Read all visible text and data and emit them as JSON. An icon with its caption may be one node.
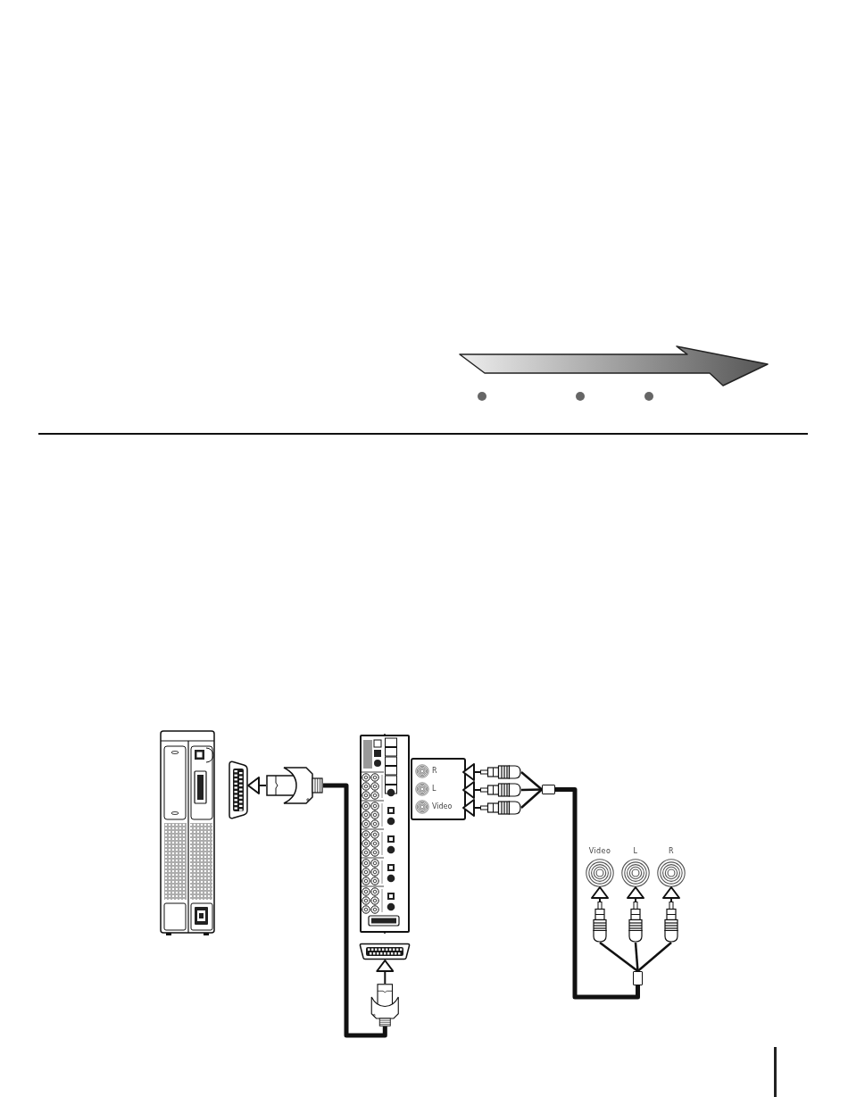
{
  "diagram": {
    "nodes": [
      {
        "text": [],
        "shape": "picture"
      },
      {
        "text": [],
        "shape": "picture"
      },
      {
        "text": [],
        "shape": "box"
      },
      {
        "text": [
          "R"
        ],
        "in": 2
      },
      {
        "text": [
          "L"
        ],
        "in": 2
      },
      {
        "text": [
          "Video"
        ],
        "in": 2
      },
      {
        "text": [],
        "shape": "picture"
      },
      {
        "text": [],
        "shape": "picture"
      },
      {
        "text": [],
        "shape": "picture"
      },
      {
        "text": [],
        "shape": "box"
      },
      {
        "text": [],
        "shape": "picture"
      },
      {
        "text": [],
        "shape": "picture"
      },
      {
        "text": [
          "Video"
        ]
      },
      {
        "text": [
          "L"
        ]
      },
      {
        "text": [
          "R"
        ]
      },
      {
        "text": [],
        "shape": "picture"
      },
      {
        "text": [],
        "shape": "picture"
      },
      {
        "text": [],
        "shape": "picture"
      },
      {
        "text": [],
        "shape": "box"
      }
    ],
    "edges": [
      {
        "from": 1,
        "to": 0,
        "arrow": "to"
      },
      {
        "from": 6,
        "to": 3,
        "arrow": "to"
      },
      {
        "from": 7,
        "to": 4,
        "arrow": "to"
      },
      {
        "from": 8,
        "to": 5,
        "arrow": "to"
      },
      {
        "from": 1,
        "to": 11,
        "arrow": "none",
        "style": "thick"
      },
      {
        "from": 6,
        "to": 9,
        "arrow": "none"
      },
      {
        "from": 7,
        "to": 9,
        "arrow": "none"
      },
      {
        "from": 8,
        "to": 9,
        "arrow": "none"
      },
      {
        "from": 9,
        "to": 18,
        "arrow": "none",
        "style": "thick"
      },
      {
        "from": 11,
        "to": 10,
        "arrow": "to"
      },
      {
        "from": 18,
        "to": 15,
        "arrow": "none"
      },
      {
        "from": 18,
        "to": 16,
        "arrow": "none"
      },
      {
        "from": 18,
        "to": 17,
        "arrow": "none"
      },
      {
        "from": 15,
        "to": 12,
        "arrow": "to"
      },
      {
        "from": 16,
        "to": 13,
        "arrow": "to"
      },
      {
        "from": 17,
        "to": 14,
        "arrow": "to"
      }
    ]
  }
}
